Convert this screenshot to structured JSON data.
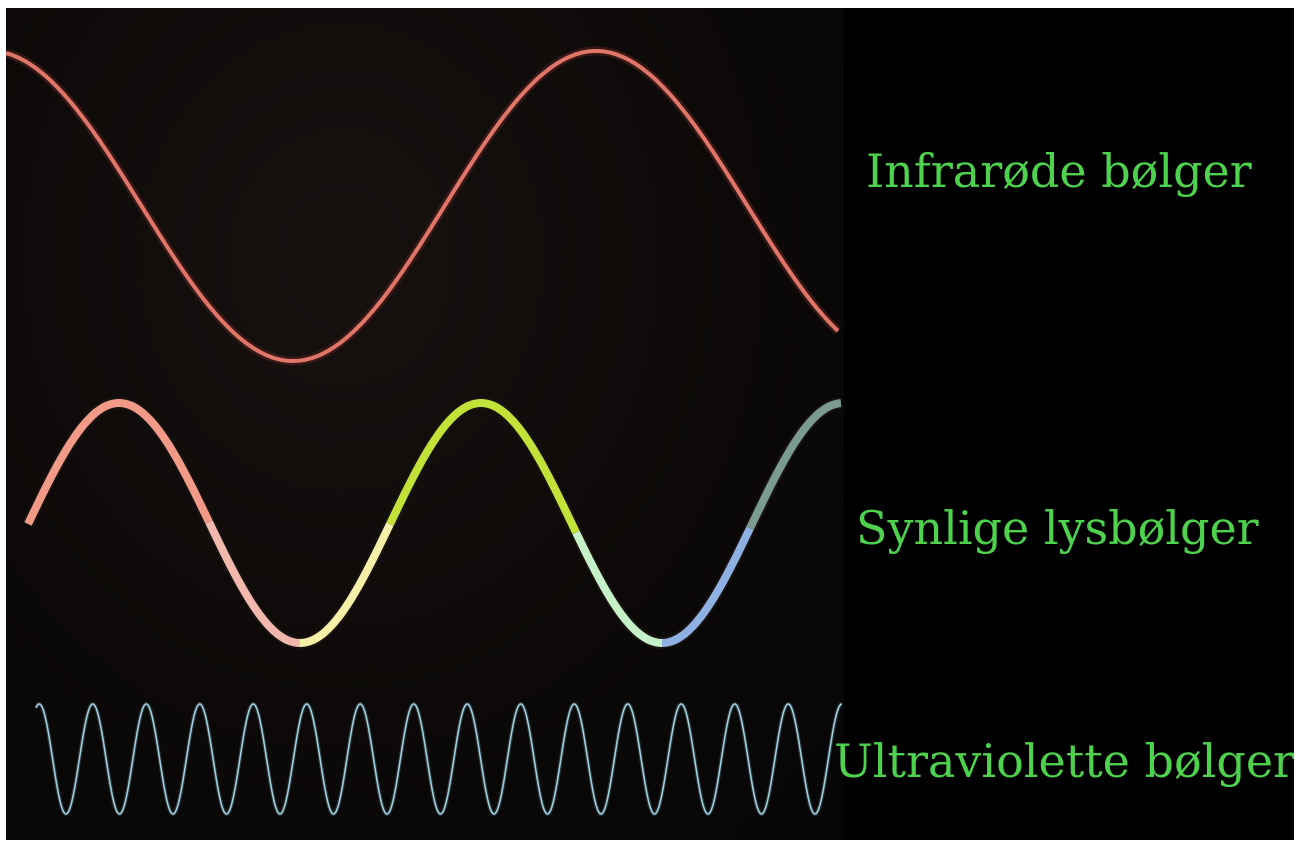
{
  "labels": {
    "infrared": "Infrarøde bølger",
    "visible": "Synlige lysbølger",
    "ultraviolet": "Ultraviolette bølger"
  },
  "colors": {
    "background": "#000000",
    "label_text": "#4ed24e",
    "infrared_wave": "#e0766a",
    "ultraviolet_wave": "#9fd0e0",
    "visible_segments": [
      "#f29a88",
      "#f2b8ae",
      "#f4f0a8",
      "#c2e23a",
      "#c6f0c8",
      "#8eb0e2",
      "#7a9a92"
    ]
  }
}
